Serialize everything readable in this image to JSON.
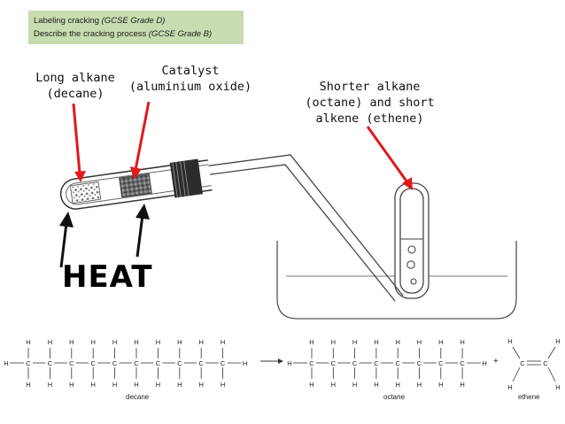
{
  "objectives": {
    "line1_text": "Labeling cracking ",
    "line1_grade": "(GCSE Grade D)",
    "line2_text": "Describe the cracking process ",
    "line2_grade": "(GCSE Grade B)"
  },
  "labels": {
    "long_alkane": "Long alkane\n(decane)",
    "catalyst": "Catalyst\n(aluminium oxide)",
    "shorter_alkane": "Shorter alkane\n(octane) and short\nalkene (ethene)",
    "heat": "HEAT"
  },
  "equation": {
    "decane_name": "decane",
    "octane_name": "octane",
    "ethene_name": "ethene",
    "atom_c": "C",
    "atom_h": "H",
    "plus": "+"
  },
  "colors": {
    "arrow_red": "#e2191b",
    "objectives_bg": "#c7dcb0",
    "line_dark": "#333333"
  }
}
